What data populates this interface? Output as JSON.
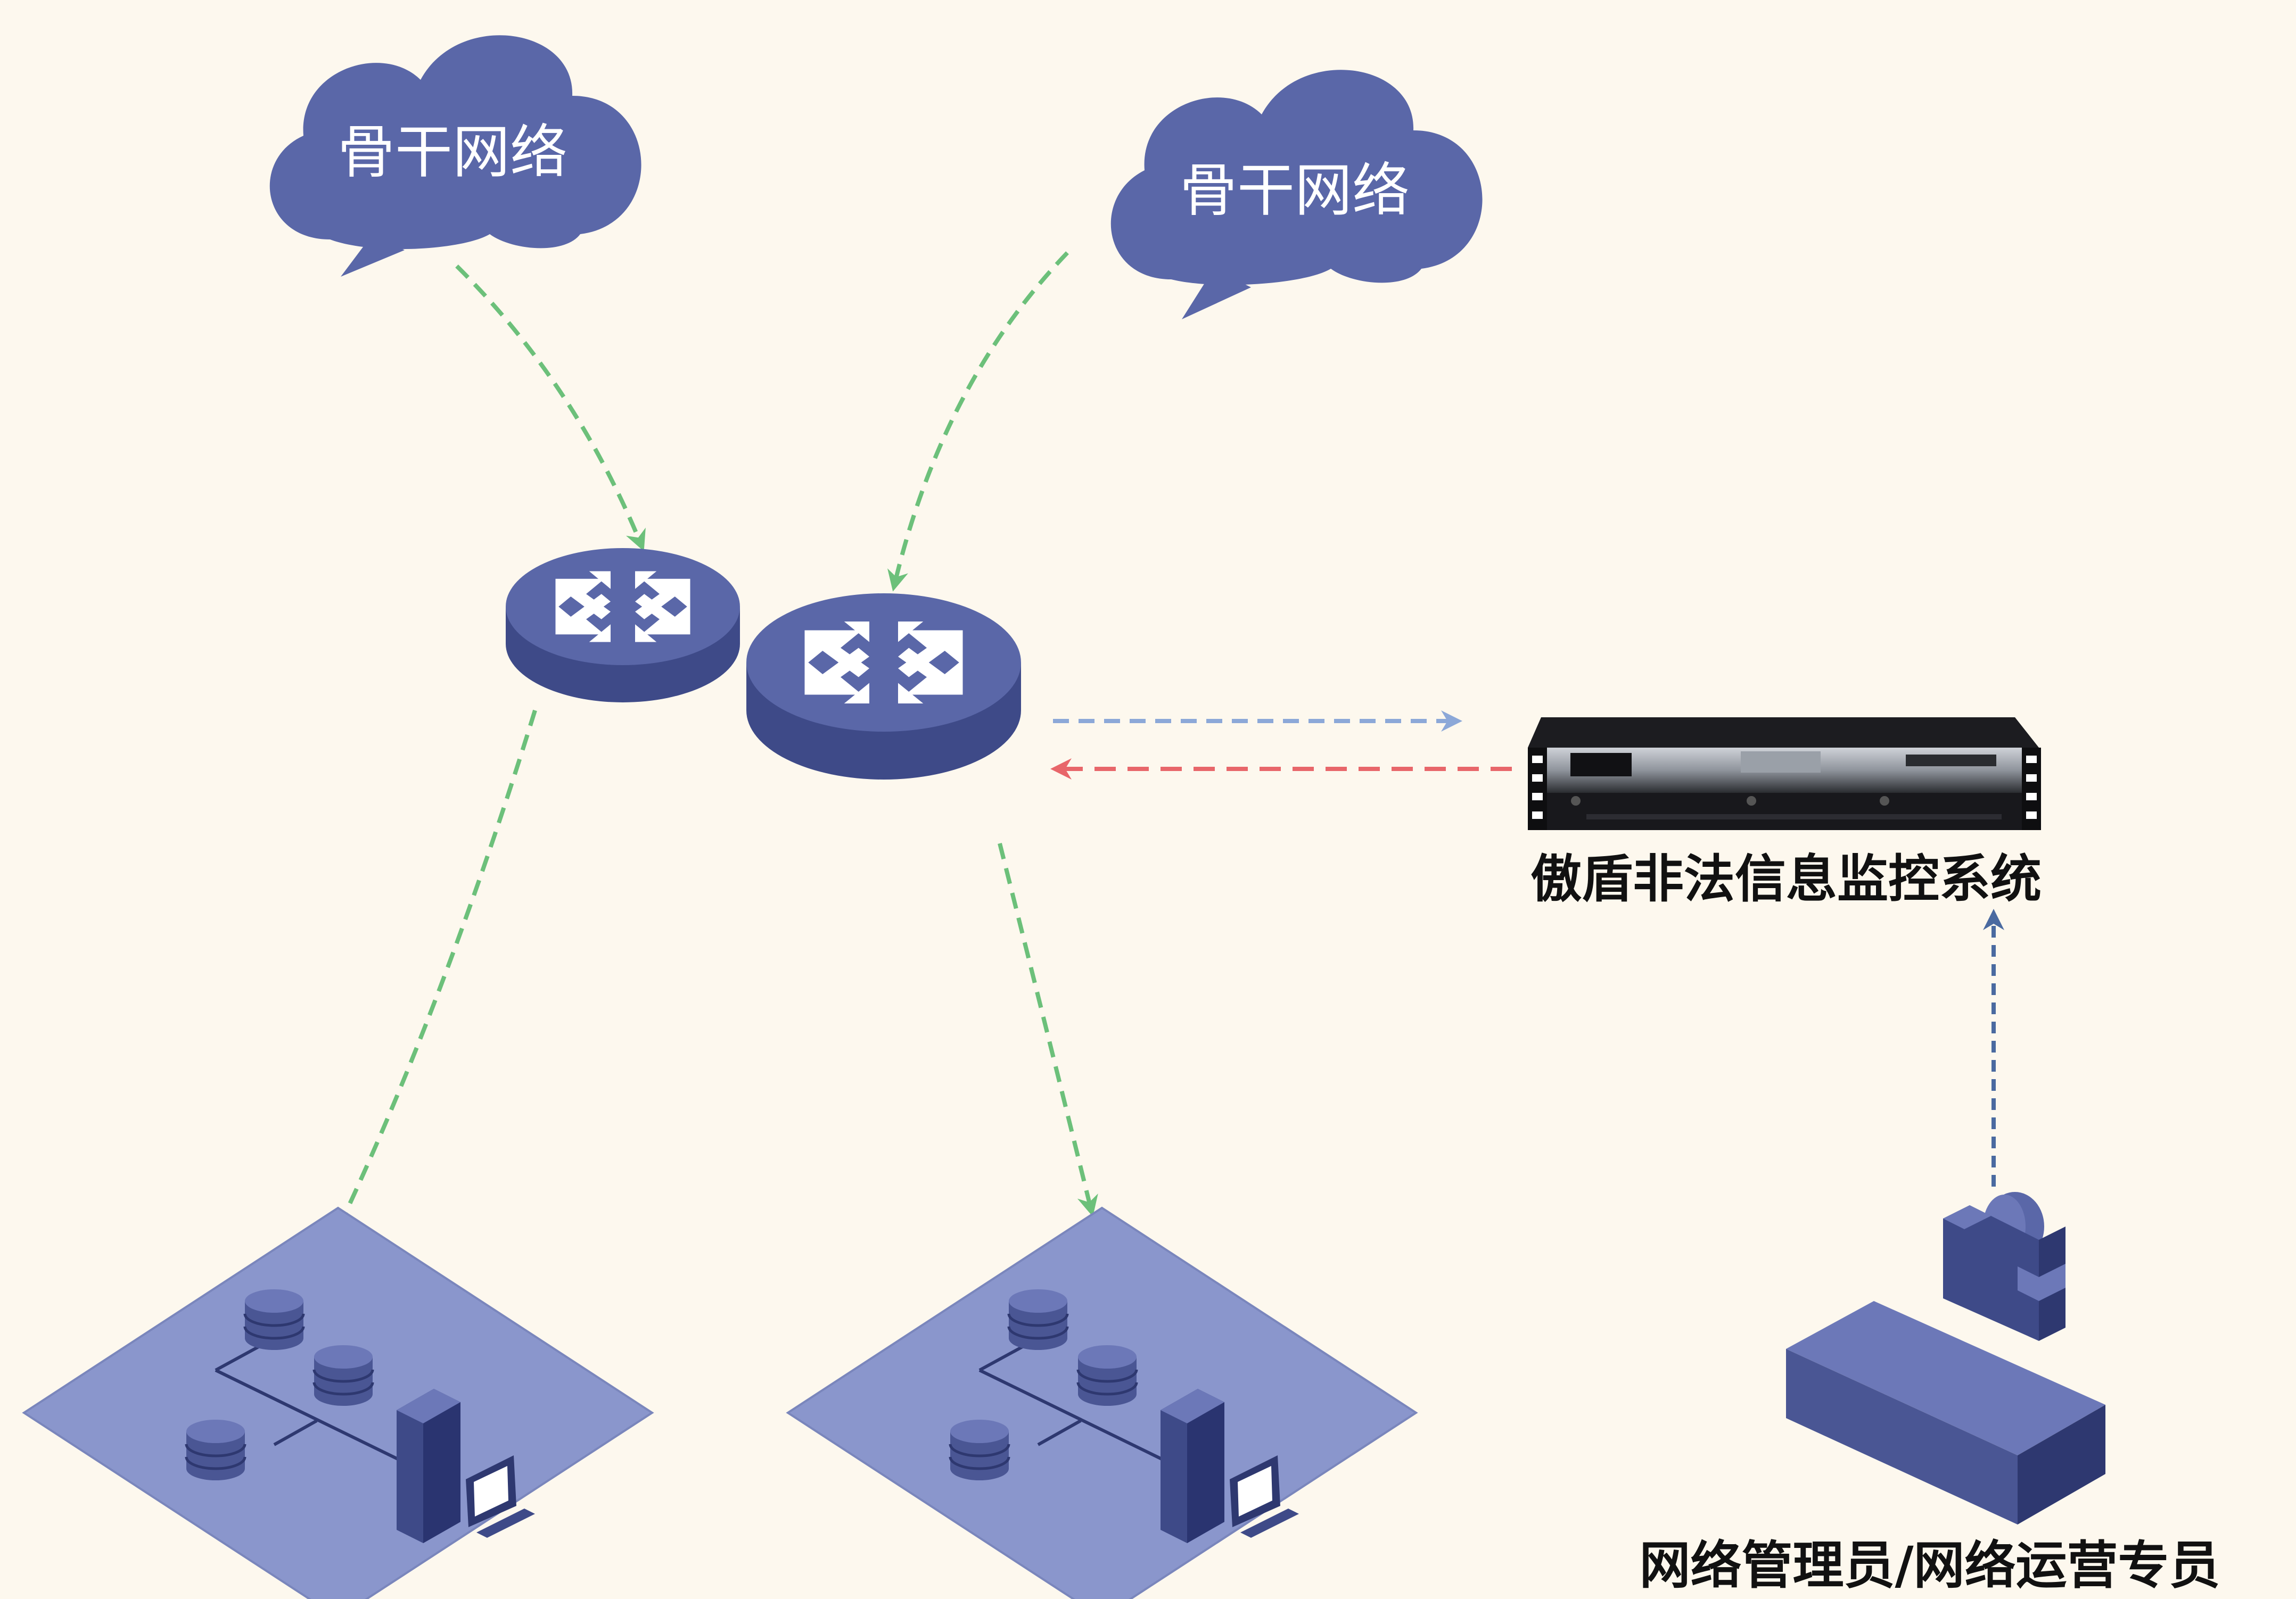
{
  "colors": {
    "background": "#fdf8ee",
    "node_fill": "#5a67a8",
    "node_dark": "#3e4a88",
    "node_top": "#6c78b8",
    "platform": "#8a96cc",
    "green_link": "#6cc07a",
    "blue_link": "#8ca8d8",
    "red_link": "#e8666a",
    "steel_link": "#4a6aa0"
  },
  "clouds": [
    {
      "label": "骨干网络",
      "icon": "cloud-icon"
    },
    {
      "label": "骨干网络",
      "icon": "cloud-icon"
    }
  ],
  "routers": [
    {
      "icon": "router-icon"
    },
    {
      "icon": "router-icon"
    }
  ],
  "networks": [
    {
      "icon": "server-cluster-icon"
    },
    {
      "icon": "server-cluster-icon"
    }
  ],
  "monitor_system": {
    "label": "傲盾非法信息监控系统",
    "icon": "rack-server-icon"
  },
  "operator": {
    "label": "网络管理员/网络运营专员",
    "icon": "operator-desk-icon"
  }
}
